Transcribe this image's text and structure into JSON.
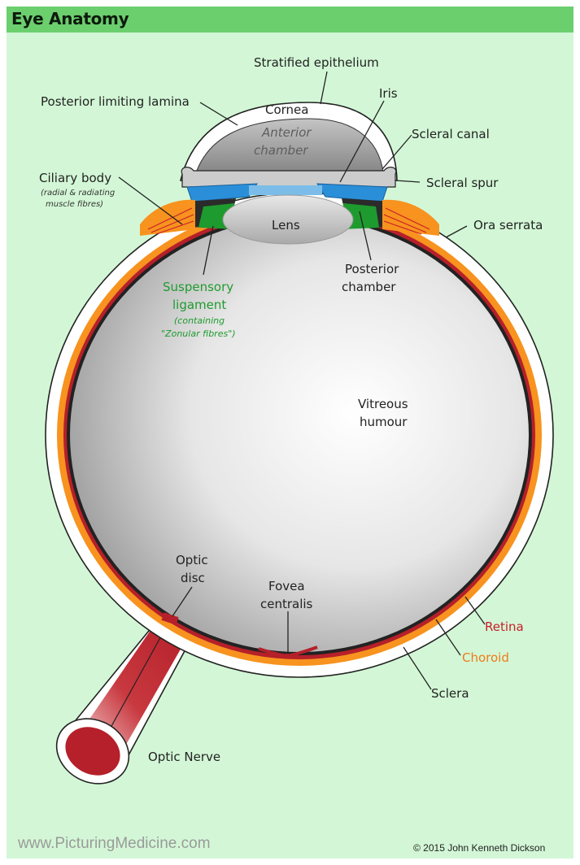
{
  "title": "Eye Anatomy",
  "labels": {
    "stratified_epithelium": "Stratified epithelium",
    "posterior_limiting_lamina": "Posterior limiting lamina",
    "cornea": "Cornea",
    "iris": "Iris",
    "scleral_canal": "Scleral canal",
    "anterior_chamber_1": "Anterior",
    "anterior_chamber_2": "chamber",
    "ciliary_body": "Ciliary body",
    "ciliary_body_note_1": "(radial & radiating",
    "ciliary_body_note_2": "muscle fibres)",
    "scleral_spur": "Scleral spur",
    "lens": "Lens",
    "ora_serrata": "Ora serrata",
    "suspensory_1": "Suspensory",
    "suspensory_2": "ligament",
    "suspensory_note_1": "(containing",
    "suspensory_note_2": "\"Zonular fibres\")",
    "posterior_chamber_1": "Posterior",
    "posterior_chamber_2": "chamber",
    "vitreous_1": "Vitreous",
    "vitreous_2": "humour",
    "optic_disc_1": "Optic",
    "optic_disc_2": "disc",
    "fovea_1": "Fovea",
    "fovea_2": "centralis",
    "retina": "Retina",
    "choroid": "Choroid",
    "sclera": "Sclera",
    "optic_nerve": "Optic Nerve"
  },
  "footer": {
    "website": "www.PicturingMedicine.com",
    "copyright": "© 2015 John Kenneth Dickson"
  },
  "colors": {
    "header_bg": "#6ccf6e",
    "panel_bg": "#d3f7d6",
    "sclera": "#ffffff",
    "choroid": "#f7931e",
    "retina": "#b5202a",
    "iris": "#2a8fd8",
    "suspensory": "#1e9b2e"
  }
}
